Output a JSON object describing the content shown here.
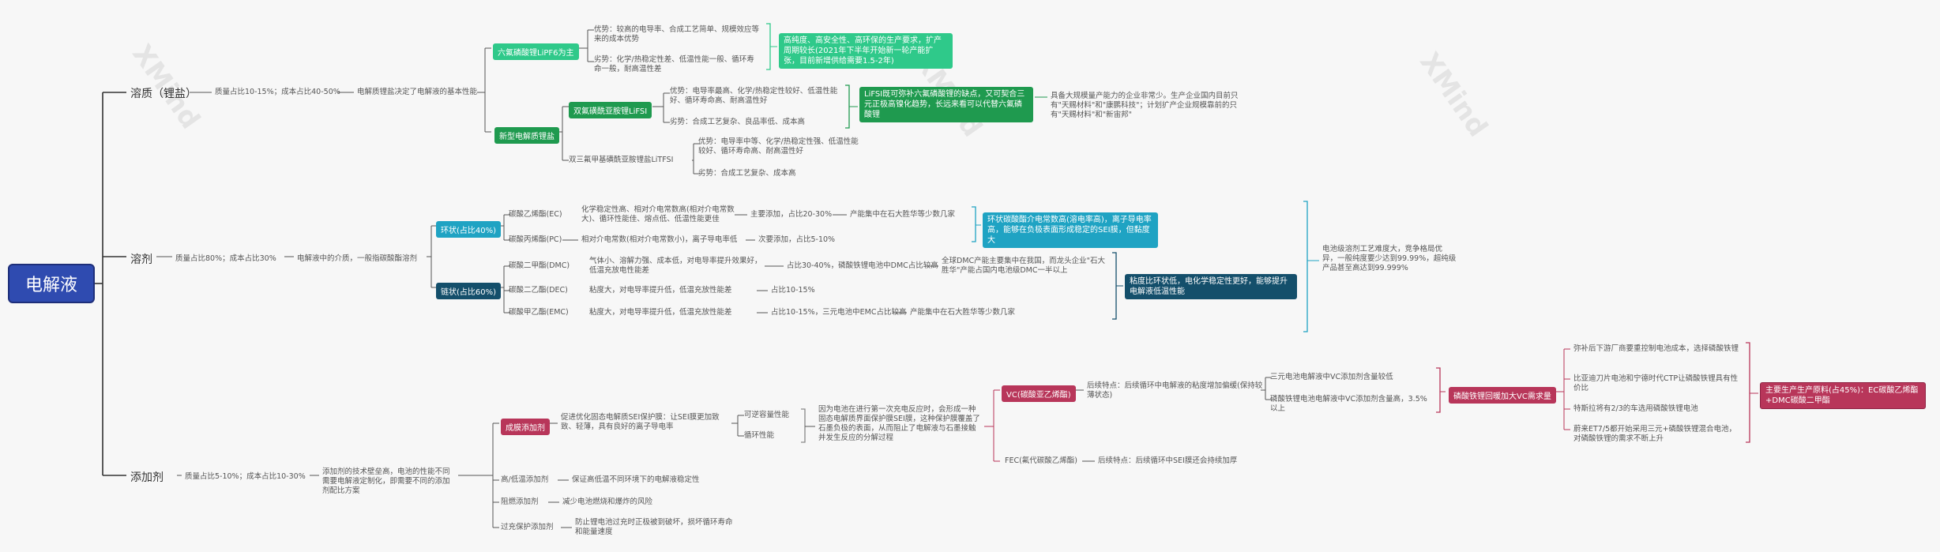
{
  "root": "电解液",
  "watermark": "XMind",
  "branches": {
    "solute": {
      "label": "溶质（锂盐）",
      "share": "质量占比10-15%；成本占比40-50%",
      "role": "电解质锂盐决定了电解液的基本性能",
      "lipf6": {
        "label": "六氟磷酸锂LiPF6为主",
        "adv": "优势：较高的电导率、合成工艺简单、规模效应等来的成本优势",
        "dis": "劣势：化学/热稳定性差、低温性能一般、循环寿命一般，耐高温性差",
        "note": "高纯度、高安全性、高环保的生产要求，扩产周期较长(2021年下半年开始新一轮产能扩张，目前新增供给需要1.5-2年)"
      },
      "new": {
        "label": "新型电解质锂盐",
        "lifsi": {
          "label": "双氟磺酰亚胺锂LiFSI",
          "adv": "优势：电导率最高、化学/热稳定性较好、低温性能好、循环寿命高、耐高温性好",
          "dis": "劣势：合成工艺复杂、良品率低、成本高",
          "note": "LiFSI既可弥补六氟磷酸锂的缺点，又可契合三元正极高镍化趋势，长远来看可以代替六氟磷酸锂",
          "capacity": "具备大规模量产能力的企业非常少。生产企业国内目前只有\"天赐材料\"和\"康鹏科技\"；计划扩产企业规模靠前的只有\"天赐材料\"和\"新宙邦\""
        },
        "litfsi": {
          "label": "双三氟甲基磺酰亚胺锂盐LiTFSI",
          "adv": "优势：电导率中等、化学/热稳定性强、低温性能较好、循环寿命高、耐高温性好",
          "dis": "劣势：合成工艺复杂、成本高"
        }
      }
    },
    "solvent": {
      "label": "溶剂",
      "share": "质量占比80%；成本占比30%",
      "role": "电解液中的介质，一般指碳酸酯溶剂",
      "cyclic": {
        "label": "环状(占比40%)",
        "ec": {
          "name": "碳酸乙烯酯(EC)",
          "prop": "化学稳定性高、相对介电常数高(相对介电常数大)、循环性能佳、熔点低、低温性能更佳",
          "use": "主要添加，占比20-30%",
          "note": "产能集中在石大胜华等少数几家"
        },
        "pc": {
          "name": "碳酸丙烯酯(PC)",
          "prop": "相对介电常数(相对介电常数小)，离子导电率低",
          "use": "次要添加，占比5-10%"
        },
        "note": "环状碳酸酯介电常数高(溶电率高)，离子导电率高，能够在负极表面形成稳定的SEI膜，但黏度大"
      },
      "chain": {
        "label": "链状(占比60%)",
        "dmc": {
          "name": "碳酸二甲酯(DMC)",
          "prop": "气体小、溶解力强、成本低，对电导率提升效果好，低温充放电性能差",
          "use": "占比30-40%，磷酸铁锂电池中DMC占比较高",
          "note": "全球DMC产能主要集中在我国，而龙头企业\"石大胜华\"产能占国内电池级DMC一半以上"
        },
        "dec": {
          "name": "碳酸二乙酯(DEC)",
          "prop": "粘度大，对电导率提升低，低温充放性能差",
          "use": "占比10-15%"
        },
        "emc": {
          "name": "碳酸甲乙酯(EMC)",
          "prop": "粘度大，对电导率提升低，低温充放性能差",
          "use": "占比10-15%，三元电池中EMC占比较高",
          "note": "产能集中在石大胜华等少数几家"
        },
        "note": "粘度比环状低，电化学稳定性更好，能够提升电解液低温性能"
      },
      "summary": "电池级溶剂工艺难度大，竞争格局优异，一般纯度要少达到99.99%，超纯级产品甚至高达到99.999%"
    },
    "additive": {
      "label": "添加剂",
      "share": "质量占比5-10%；成本占比10-30%",
      "role": "添加剂的技术壁垒高，电池的性能不同需要电解液定制化，即需要不同的添加剂配比方案",
      "film": {
        "label": "成膜添加剂",
        "desc": "促进优化固态电解质SEI保护膜：让SEI膜更加致致、轻薄，具有良好的离子导电率",
        "b1": "可逆容量性能",
        "b2": "循环性能",
        "reason": "因为电池在进行第一次充电反应时，会形成一种固态电解质界面保护膜SEI膜，这种保护膜覆盖了石墨负极的表面，从而阻止了电解液与石墨接触并发生反应的分解过程",
        "vc": {
          "label": "VC(碳酸亚乙烯酯)",
          "feature": "后续特点：后续循环中电解液的粘度增加偏缓(保持较薄状态)",
          "t1": "三元电池电解液中VC添加剂含量较低",
          "t2": "磷酸铁锂电池电解液中VC添加剂含量高，3.5%以上",
          "tag": "磷酸铁锂回暖加大VC需求量",
          "r1": "弥补后下游厂商要重控制电池成本，选择磷酸铁锂",
          "r2": "比亚迪刀片电池和宁德时代CTP让磷酸铁锂具有性价比",
          "r3": "特斯拉将有2/3的车选用磷酸铁锂电池",
          "r4": "蔚来ET7/5都开始采用三元+磷酸铁锂混合电池，对磷酸铁锂的需求不断上升",
          "prod": "主要生产生产原料(占45%)：EC碳酸乙烯酯+DMC碳酸二甲酯"
        },
        "fec": {
          "label": "FEC(氟代碳酸乙烯酯)",
          "feature": "后续特点：后续循环中SEI膜还会持续加厚"
        }
      },
      "ht": {
        "label": "高/低温添加剂",
        "desc": "保证高低温不同环境下的电解液稳定性"
      },
      "fr": {
        "label": "阻燃添加剂",
        "desc": "减少电池燃烧和爆炸的风险"
      },
      "oc": {
        "label": "过充保护添加剂",
        "desc": "防止锂电池过充时正极被到破坏，损坏循环寿命和能量速度"
      }
    }
  },
  "colors": {
    "root": "#2f4bb0",
    "green": "#1f9a4f",
    "mint": "#2fc98a",
    "teal": "#1fa3c3",
    "navy": "#144f6b",
    "crimson": "#b8365a"
  }
}
